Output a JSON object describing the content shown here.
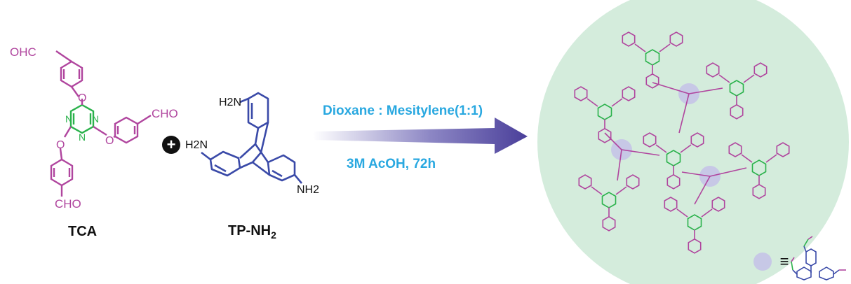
{
  "tca": {
    "name": "TCA",
    "cho_top": "OHC",
    "cho_right": "CHO",
    "cho_bottom": "CHO",
    "o": "O",
    "n": "N"
  },
  "tp": {
    "name": "TP-NH",
    "name_sub": "2",
    "nh2_top": "H2N",
    "nh2_left": "H2N",
    "nh2_right": "NH2"
  },
  "plus": "+",
  "conditions": {
    "solvent": "Dioxane : Mesitylene(1:1)",
    "catalyst_time": "3M AcOH, 72h"
  },
  "legend": {
    "equiv": "≡"
  },
  "colors": {
    "magenta": "#b0459e",
    "green": "#2bb24c",
    "blue": "#3a4aa8",
    "cyan": "#29a8e0",
    "circle_fill": "#d4ecdc",
    "node_fill": "#c7c8e6"
  }
}
